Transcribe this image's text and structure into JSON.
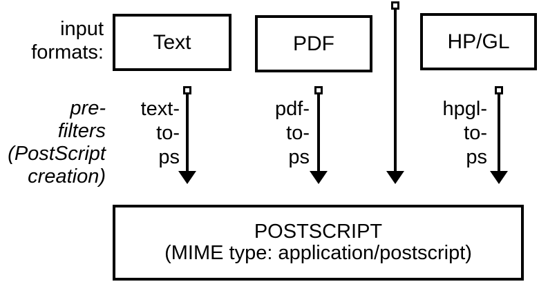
{
  "colors": {
    "ink": "#000000",
    "paper": "#ffffff"
  },
  "side_labels": {
    "input_formats": {
      "line1": "input",
      "line2": "formats:"
    },
    "prefilters": {
      "line1": "pre-",
      "line2": "filters",
      "line3": "(PostScript",
      "line4": "creation)"
    }
  },
  "format_boxes": [
    {
      "label": "Text"
    },
    {
      "label": "PDF"
    },
    {
      "label": "HP/GL"
    }
  ],
  "filters": [
    {
      "line1": "text-",
      "line2": "to-",
      "line3": "ps"
    },
    {
      "line1": "pdf-",
      "line2": "to-",
      "line3": "ps"
    },
    {
      "line1": "hpgl-",
      "line2": "to-",
      "line3": "ps"
    }
  ],
  "output_box": {
    "line1": "POSTSCRIPT",
    "line2": "(MIME type: application/postscript)"
  }
}
